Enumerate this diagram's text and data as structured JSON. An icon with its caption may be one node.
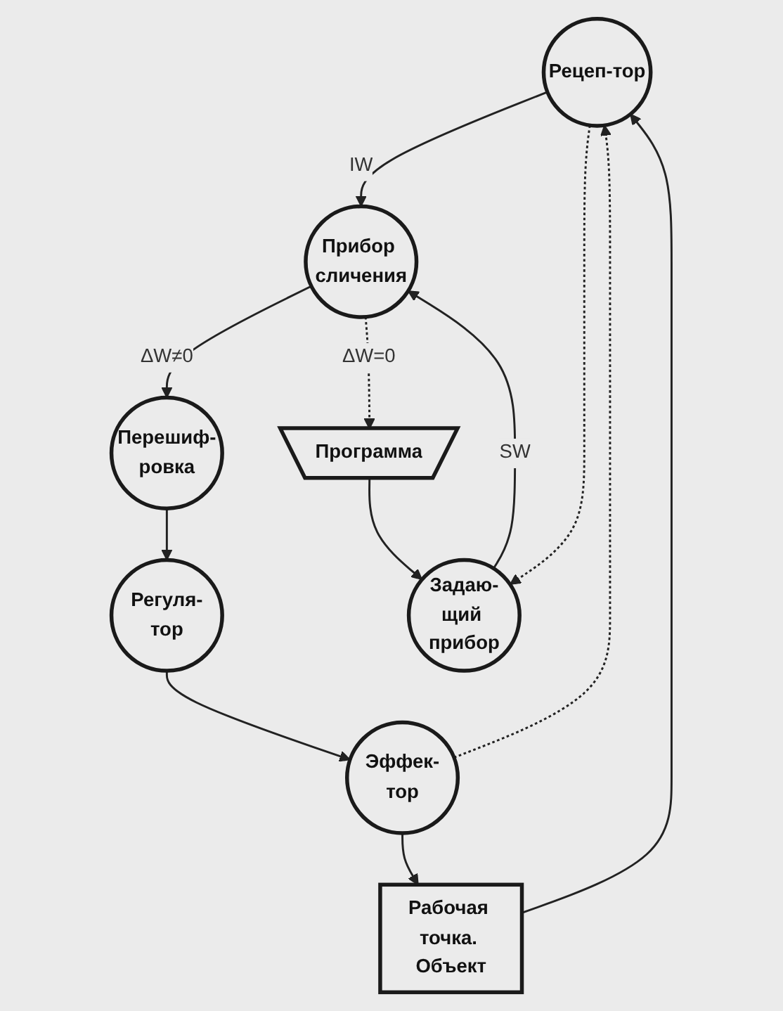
{
  "diagram": {
    "nodes": [
      {
        "text": [
          "Перешиф-ровка"
        ]
      },
      {
        "text": [
          "Регуля-тор"
        ]
      },
      {
        "text": [
          "Прибор сличения"
        ]
      },
      {
        "text": [
          "Программа"
        ]
      },
      {
        "text": [
          "Задаю-щий прибор"
        ]
      },
      {
        "text": [
          "Эффек-тор"
        ]
      },
      {
        "text": [
          "Рецеп-тор"
        ]
      },
      {
        "text": [
          "Рабочая точка. Объект"
        ]
      }
    ],
    "edges": [
      {
        "from": 0,
        "to": 1,
        "arrow": "to"
      },
      {
        "from": 2,
        "to": 0,
        "arrow": "to",
        "label": "ΔW≠0"
      },
      {
        "from": 2,
        "to": 3,
        "arrow": "to",
        "label": "ΔW=0",
        "style": "dashed"
      },
      {
        "from": 1,
        "to": 5,
        "arrow": "to"
      },
      {
        "from": 3,
        "to": 4,
        "arrow": "to"
      },
      {
        "from": 4,
        "to": 2,
        "arrow": "to",
        "label": "SW"
      },
      {
        "from": 6,
        "to": 2,
        "arrow": "to",
        "label": "IW"
      },
      {
        "from": 6,
        "to": 4,
        "arrow": "to",
        "style": "dashed"
      },
      {
        "from": 5,
        "to": 6,
        "arrow": "to",
        "style": "dashed"
      },
      {
        "from": 5,
        "to": 7,
        "arrow": "to"
      },
      {
        "from": 7,
        "to": 6,
        "arrow": "to"
      }
    ]
  }
}
